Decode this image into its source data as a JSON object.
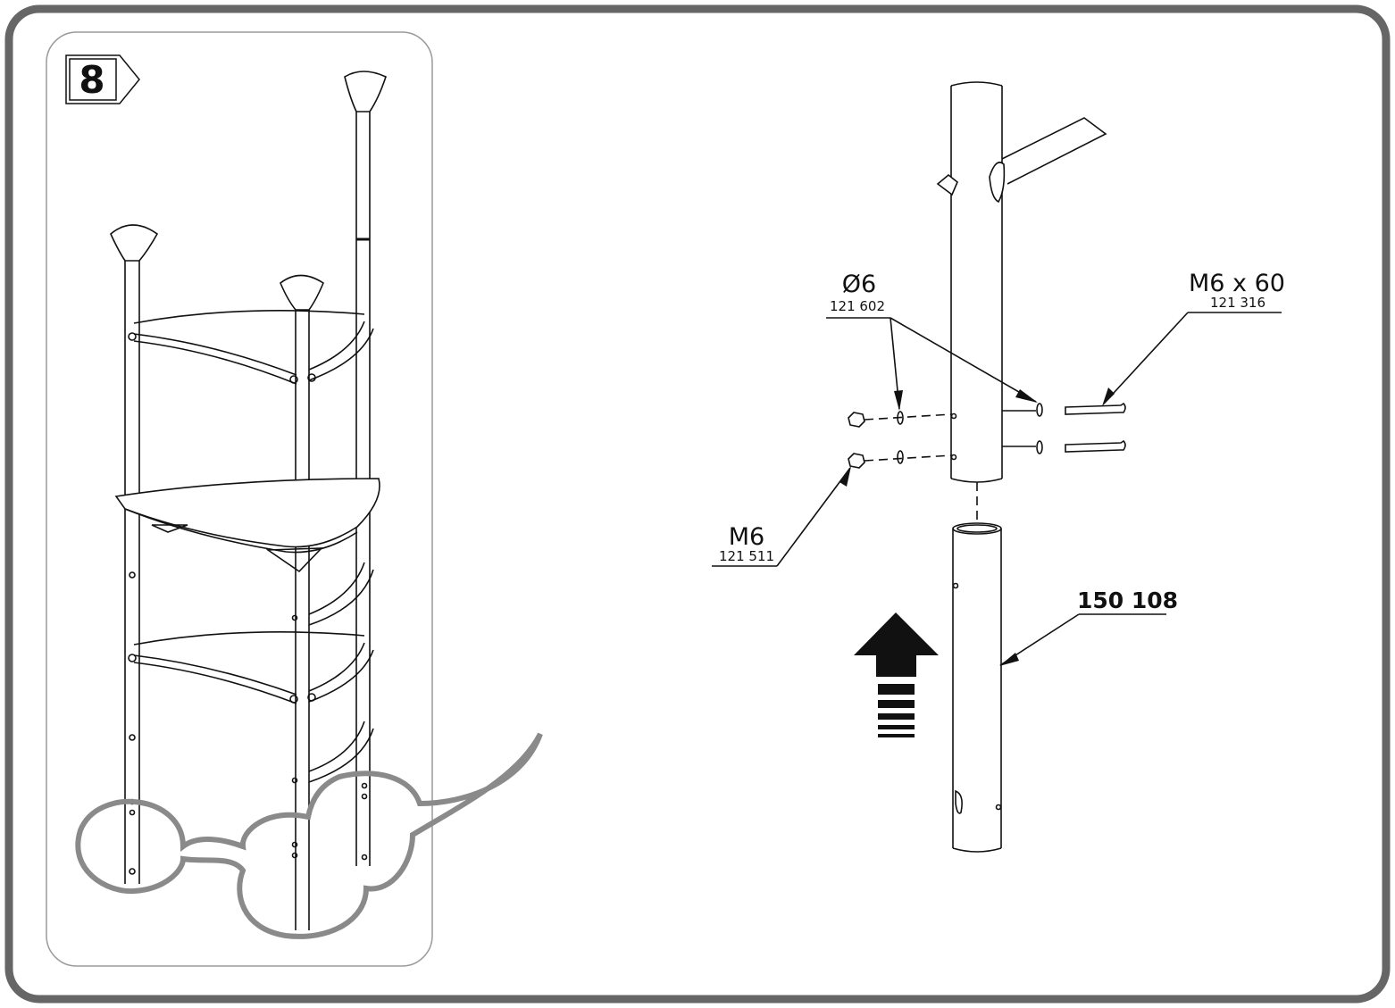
{
  "step": {
    "number": "8"
  },
  "callouts": {
    "washer": {
      "name": "Ø6",
      "code": "121 602"
    },
    "bolt": {
      "name": "M6 x 60",
      "code": "121 316"
    },
    "nut": {
      "name": "M6",
      "code": "121 511"
    },
    "tube": {
      "code": "150 108"
    }
  },
  "colors": {
    "frame": "#666666",
    "line": "#111111",
    "panel_border": "#9a9a9a"
  },
  "icons": [
    "step-arrow-icon",
    "up-arrow-icon"
  ]
}
